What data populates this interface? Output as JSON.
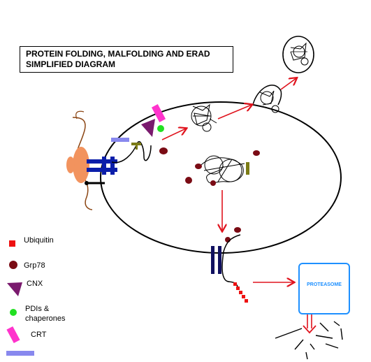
{
  "title": {
    "line1": "PROTEIN FOLDING, MALFOLDING AND ERAD",
    "line2": "SIMPLIFIED DIAGRAM"
  },
  "proteasome": {
    "label": "PROTEASOME"
  },
  "legend": {
    "ubiquitin": "Ubiquitin",
    "grp78": "Grp78",
    "cnx": "CNX",
    "pdi_line1": "PDIs &",
    "pdi_line2": "chaperones",
    "crt": "CRT"
  },
  "colors": {
    "arrow": "#e0141e",
    "ubiquitin": "#ee1111",
    "grp78": "#7a0b14",
    "cnx": "#7a1a6e",
    "pdi": "#22e022",
    "crt": "#ff33cc",
    "membrane_marker": "#8888ee",
    "translocon": "#0b1eaa",
    "retrotranslocon": "#101060",
    "ribosome": "#f2935e",
    "mrna": "#8b4513",
    "proteasome_border": "#1e90ff",
    "olive": "#7b7b16"
  }
}
